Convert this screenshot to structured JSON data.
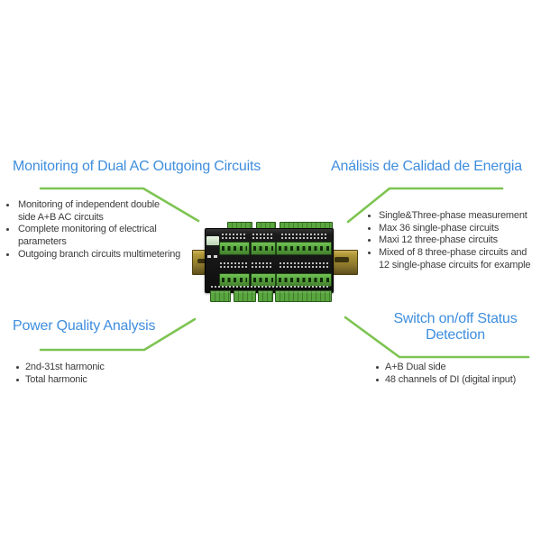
{
  "colors": {
    "background": "#ffffff",
    "heading_blue": "#3f8ede",
    "body_text": "#3c3c3c",
    "leader_green": "#7dc452",
    "device_body_black": "#161616",
    "terminal_green": "#56a53c",
    "din_rail_olive": "#9a8430"
  },
  "sections": {
    "top_left": {
      "title": "Monitoring of Dual AC Outgoing Circuits",
      "bullets": [
        "Monitoring of independent double\nside A+B AC circuits",
        "Complete monitoring of electrical\nparameters",
        "Outgoing branch circuits multimetering"
      ]
    },
    "top_right": {
      "title": "Análisis de Calidad de Energia",
      "bullets": [
        "Single&Three-phase measurement",
        "Max 36 single-phase circuits",
        "Maxi 12 three-phase circuits",
        "Mixed of 8 three-phase circuits and\n12 single-phase circuits for example"
      ]
    },
    "bottom_left": {
      "title": "Power Quality Analysis",
      "bullets": [
        "2nd-31st harmonic",
        "Total harmonic"
      ]
    },
    "bottom_right": {
      "title": "Switch on/off Status Detection",
      "bullets": [
        "A+B Dual side",
        "48 channels of DI (digital input)"
      ]
    }
  }
}
